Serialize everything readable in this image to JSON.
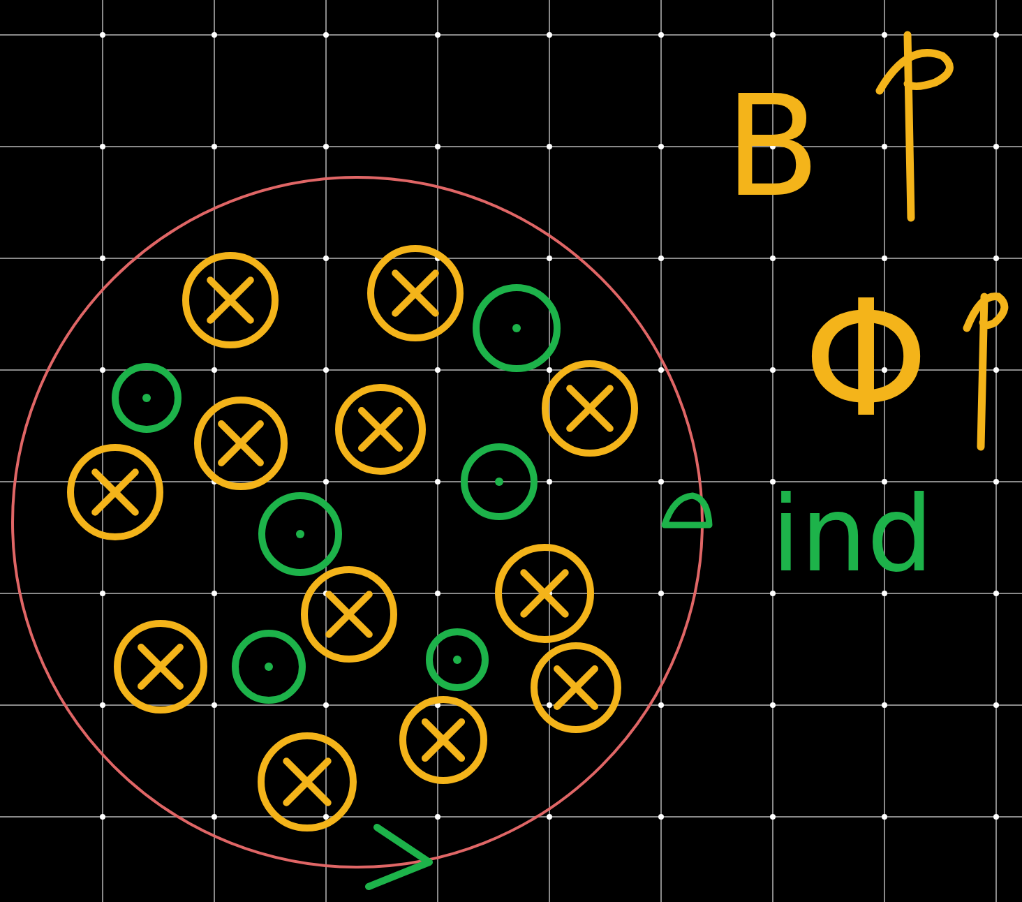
{
  "diagram": {
    "labels": [
      "B",
      "Φ",
      "ind"
    ]
  }
}
